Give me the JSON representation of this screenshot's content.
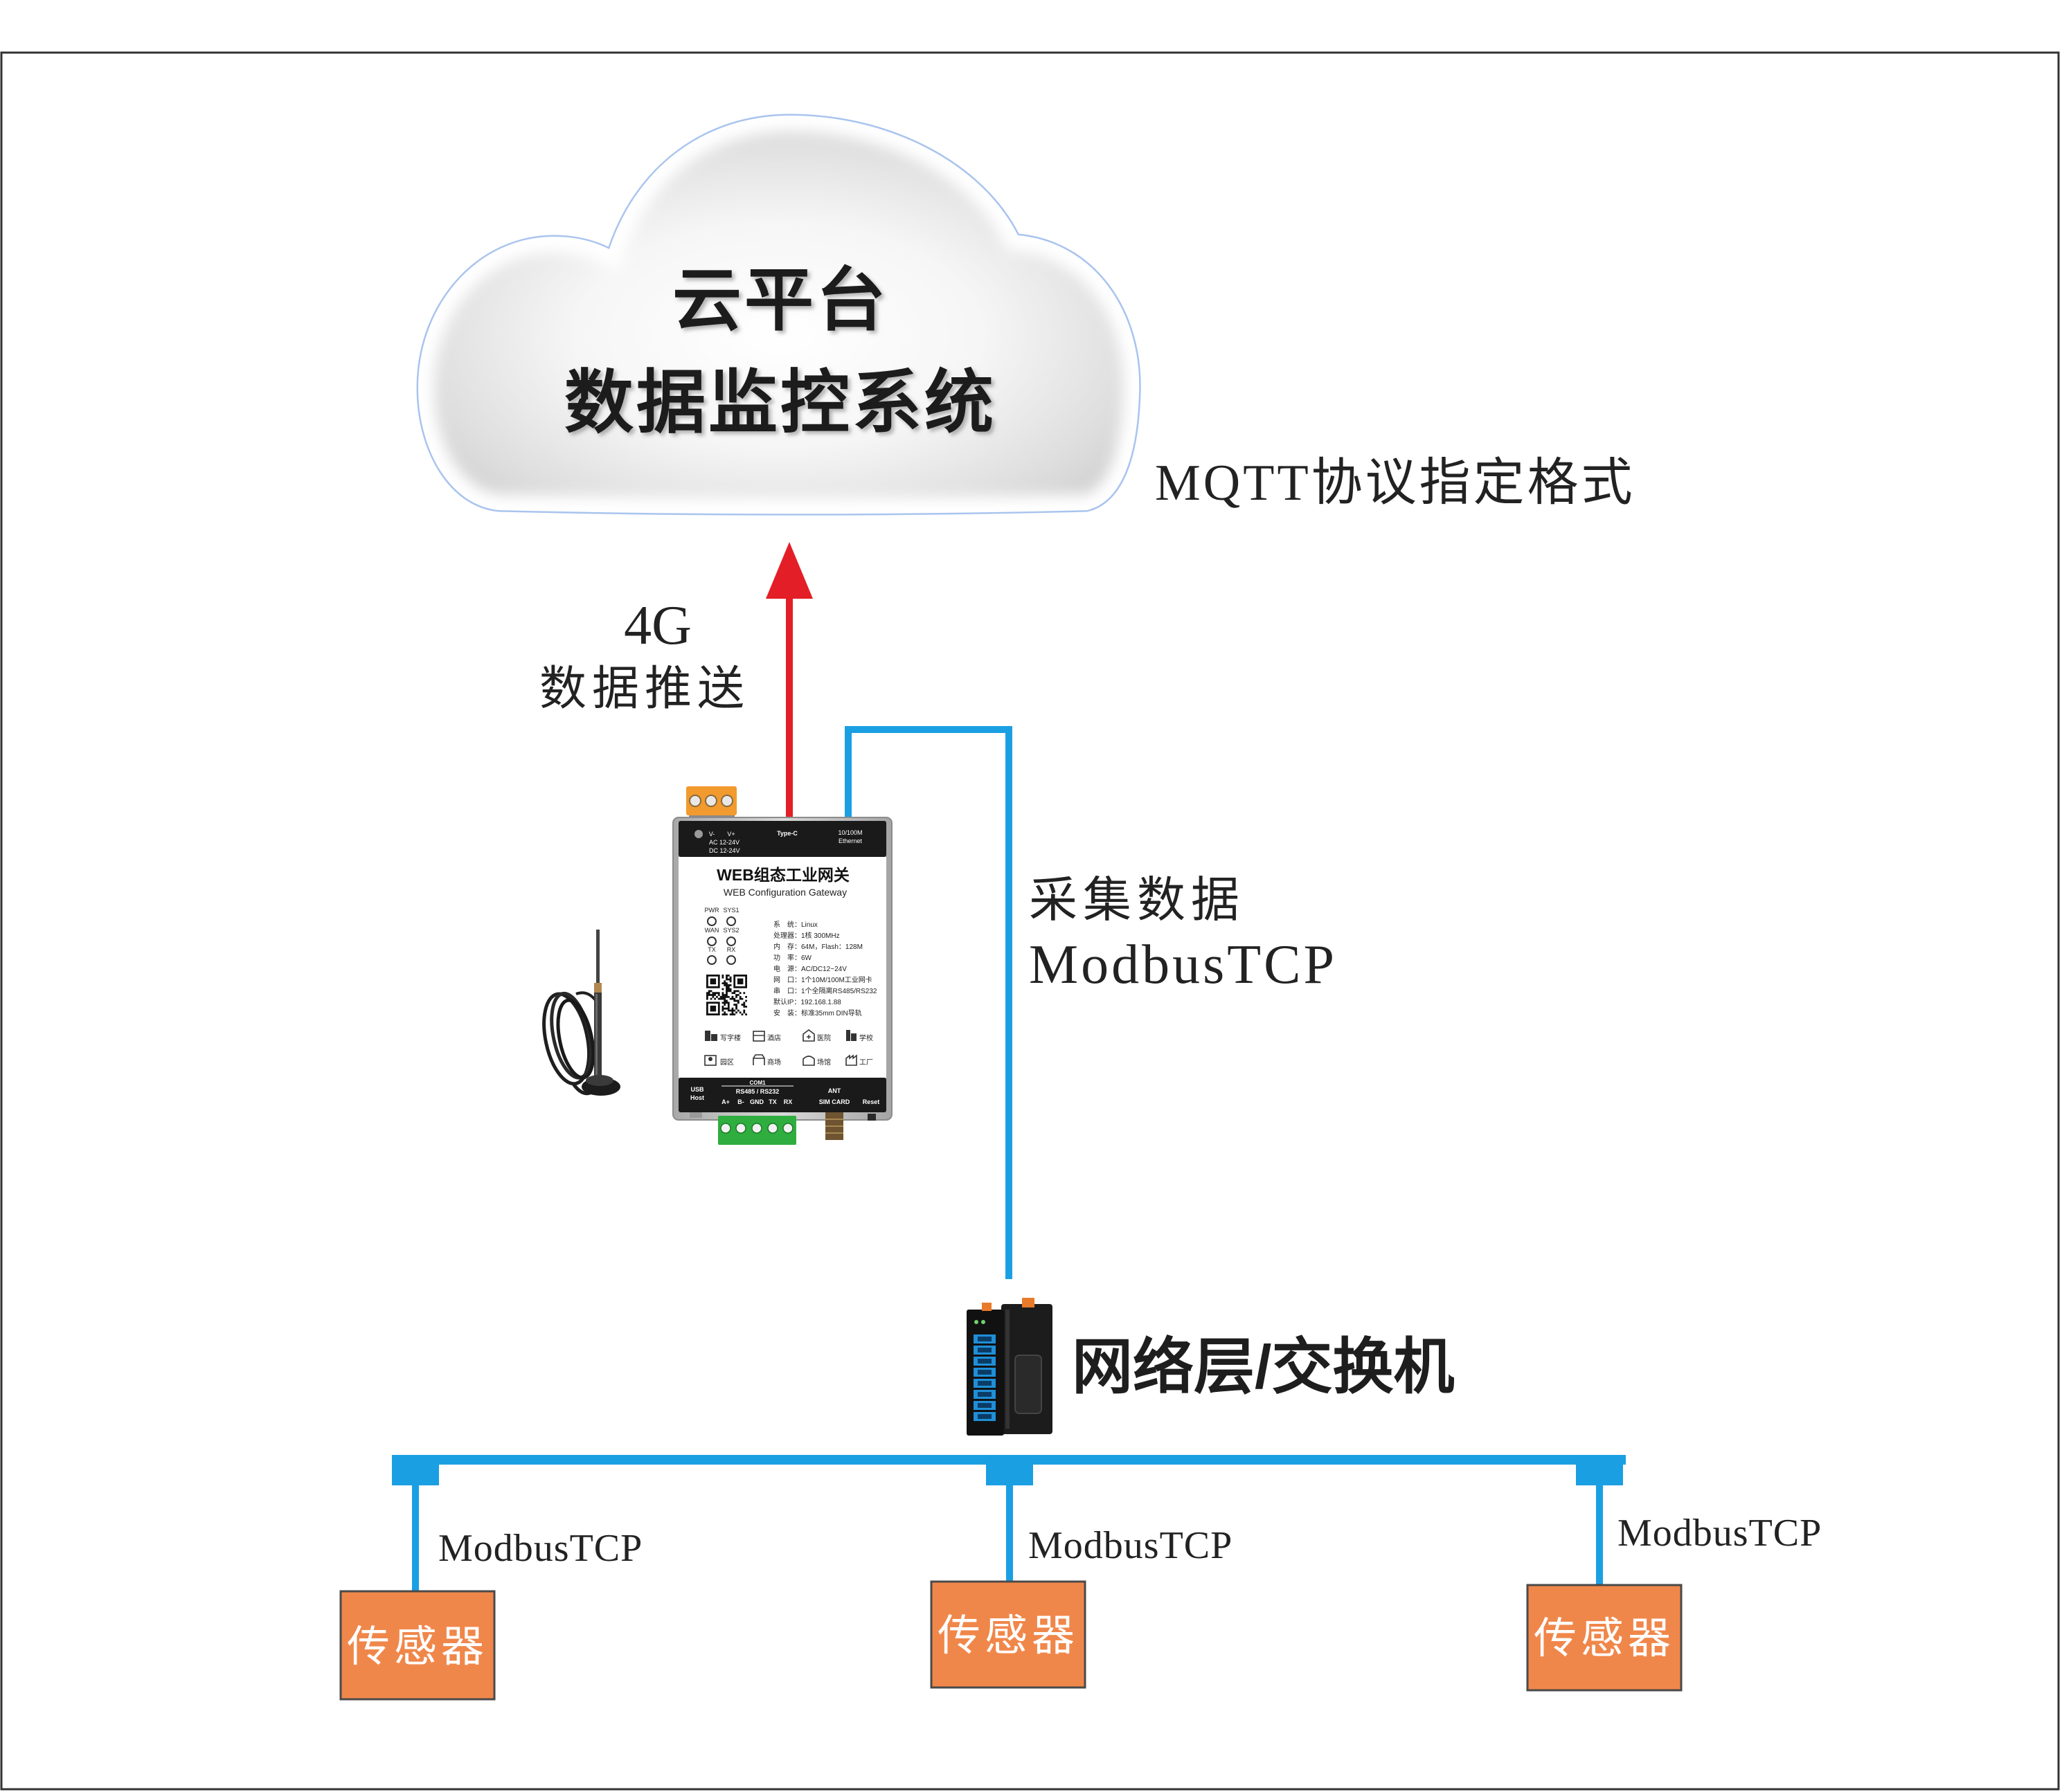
{
  "cloud": {
    "line1": "云平台",
    "line2": "数据监控系统"
  },
  "protocol_note": "MQTT协议指定格式",
  "uplink": {
    "line1": "4G",
    "line2": "数据推送"
  },
  "collection": {
    "line1": "采集数据",
    "line2": "ModbusTCP"
  },
  "switch": {
    "label": "网络层/交换机"
  },
  "branches": [
    {
      "protocol": "ModbusTCP",
      "device": "传感器"
    },
    {
      "protocol": "ModbusTCP",
      "device": "传感器"
    },
    {
      "protocol": "ModbusTCP",
      "device": "传感器"
    }
  ],
  "gateway": {
    "top_strip": {
      "v_minus": "V-",
      "v_plus": "V+",
      "ac": "AC 12-24V",
      "dc": "DC 12-24V",
      "type_c": "Type-C",
      "eth_speed": "10/100M",
      "eth_label": "Ethernet"
    },
    "title": "WEB组态工业网关",
    "subtitle": "WEB Configuration Gateway",
    "leds": [
      "PWR",
      "SYS1",
      "WAN",
      "SYS2",
      "TX",
      "RX"
    ],
    "specs": [
      "系　统：Linux",
      "处理器：1核 300MHz",
      "内　存：64M，Flash：128M",
      "功　率：6W",
      "电　源：AC/DC12~24V",
      "网　口：1个10M/100M工业网卡",
      "串　口：1个全隔离RS485/RS232",
      "默认IP：192.168.1.88",
      "安　装：标准35mm DIN导轨"
    ],
    "scenarios": [
      "写字楼",
      "酒店",
      "医院",
      "学校",
      "园区",
      "商场",
      "场馆",
      "工厂"
    ],
    "bottom_strip": {
      "usb": "USB",
      "host": "Host",
      "com_port": "COM1",
      "com_type": "RS485 / RS232",
      "pins": [
        "A+",
        "B-",
        "GND",
        "TX",
        "RX"
      ],
      "ant": "ANT",
      "sim": "SIM CARD",
      "reset": "Reset"
    }
  },
  "colors": {
    "link_line": "#1b9fe3",
    "uplink_arrow": "#e41e26",
    "sensor_box": "#f0874a",
    "cloud_outline": "#a9c4ee"
  }
}
